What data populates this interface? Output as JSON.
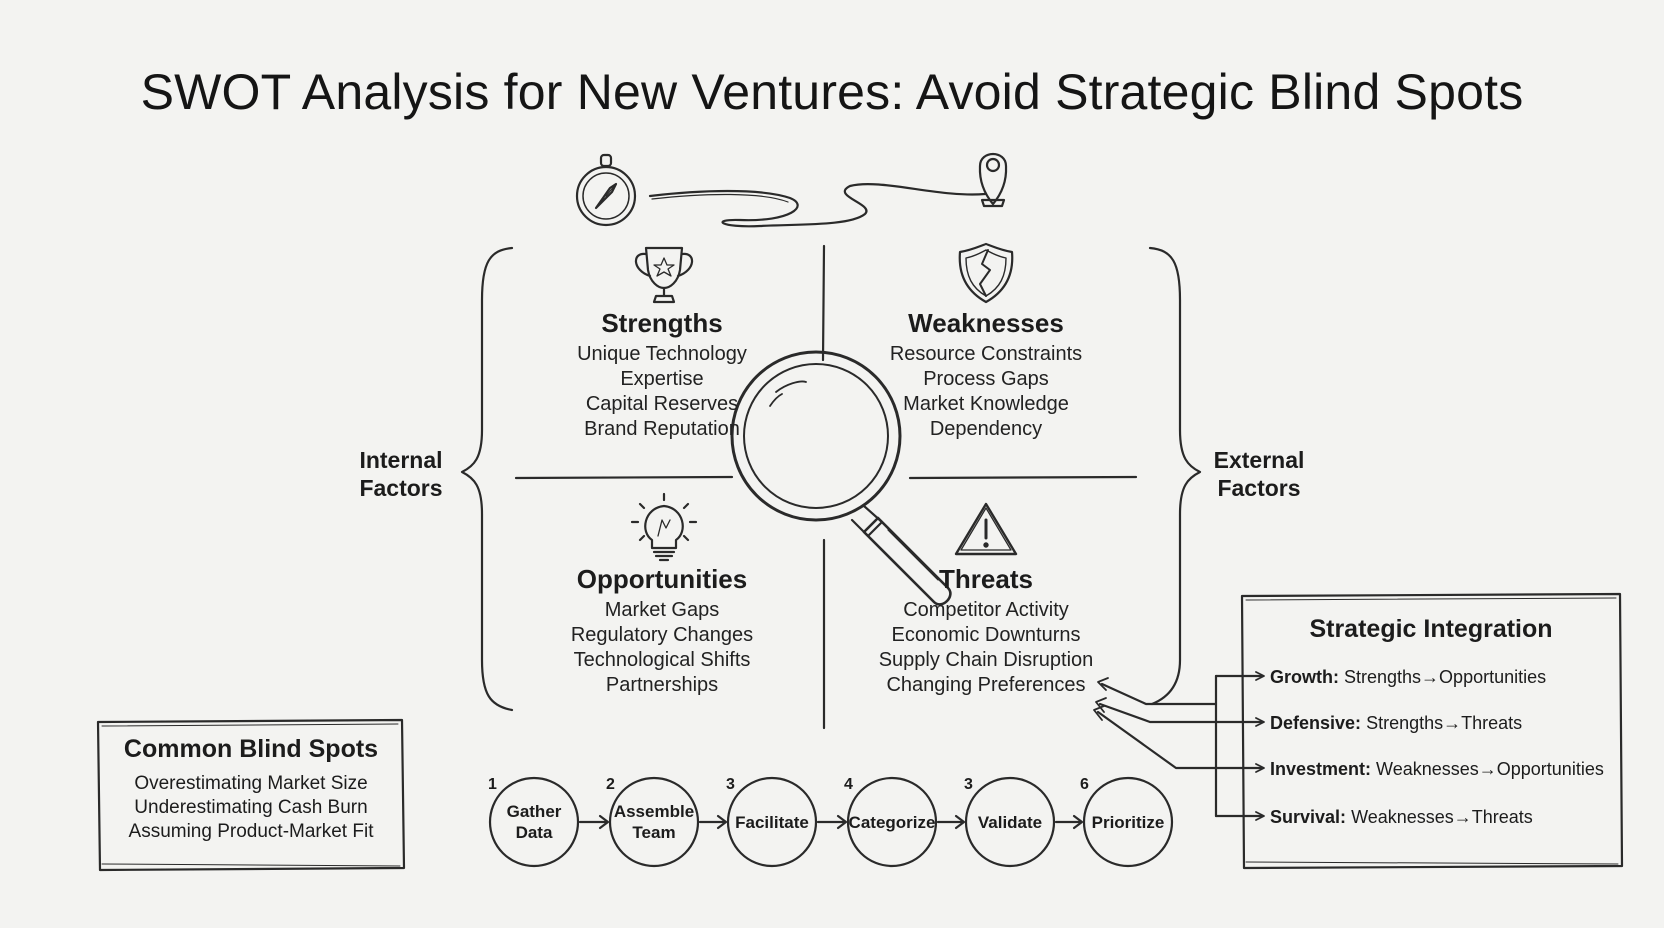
{
  "title": "SWOT Analysis for New Ventures: Avoid Strategic Blind Spots",
  "quadrants": {
    "strengths": {
      "title": "Strengths",
      "items": [
        "Unique Technology",
        "Expertise",
        "Capital Reserves",
        "Brand Reputation"
      ],
      "icon": "trophy-icon"
    },
    "weaknesses": {
      "title": "Weaknesses",
      "items": [
        "Resource Constraints",
        "Process Gaps",
        "Market Knowledge",
        "Dependency"
      ],
      "icon": "cracked-shield-icon"
    },
    "opportunities": {
      "title": "Opportunities",
      "items": [
        "Market Gaps",
        "Regulatory Changes",
        "Technological Shifts",
        "Partnerships"
      ],
      "icon": "lightbulb-icon"
    },
    "threats": {
      "title": "Threats",
      "items": [
        "Competitor Activity",
        "Economic Downturns",
        "Supply Chain Disruption",
        "Changing Preferences"
      ],
      "icon": "warning-icon"
    }
  },
  "internal_label": [
    "Internal",
    "Factors"
  ],
  "external_label": [
    "External",
    "Factors"
  ],
  "blind_spots": {
    "title": "Common Blind Spots",
    "items": [
      "Overestimating Market Size",
      "Underestimating Cash Burn",
      "Assuming Product-Market Fit"
    ]
  },
  "strategic_integration": {
    "title": "Strategic Integration",
    "rows": [
      {
        "label": "Growth:",
        "text": "Strengths→Opportunities"
      },
      {
        "label": "Defensive:",
        "text": "Strengths→Threats"
      },
      {
        "label": "Investment:",
        "text": "Weaknesses→Opportunities"
      },
      {
        "label": "Survival:",
        "text": "Weaknesses→Threats"
      }
    ]
  },
  "process_steps": [
    {
      "num": "1",
      "label": [
        "Gather",
        "Data"
      ]
    },
    {
      "num": "2",
      "label": [
        "Assemble",
        "Team"
      ]
    },
    {
      "num": "3",
      "label": [
        "Facilitate"
      ]
    },
    {
      "num": "4",
      "label": [
        "Categorize"
      ]
    },
    {
      "num": "3",
      "label": [
        "Validate"
      ]
    },
    {
      "num": "6",
      "label": [
        "Prioritize"
      ]
    }
  ],
  "icons": [
    "compass-icon",
    "map-pin-icon",
    "magnifying-glass-icon",
    "trophy-icon",
    "cracked-shield-icon",
    "lightbulb-icon",
    "warning-icon"
  ],
  "colors": {
    "ink": "#1c1c1c",
    "paper": "#f3f3f1"
  }
}
